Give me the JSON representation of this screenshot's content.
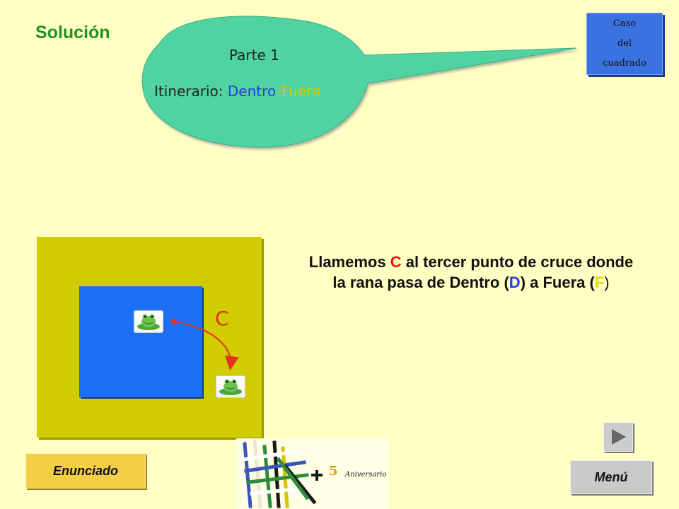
{
  "title": "Solución",
  "bubble": {
    "part": "Parte 1",
    "route_prefix": "Itinerario: ",
    "route_inside": "Dentro",
    "route_dash": "-",
    "route_outside": "Fuera"
  },
  "case_button": {
    "line1": "Caso",
    "line2": "del",
    "line3": "cuadrado"
  },
  "diagram": {
    "crossing_label": "C"
  },
  "explanation": {
    "t1": "Llamemos ",
    "c": "C",
    "t2": " al  tercer punto de cruce donde la rana pasa de Dentro (",
    "d": "D",
    "t3": ") a Fuera (",
    "f": "F",
    "t4": ")"
  },
  "buttons": {
    "enunciado": "Enunciado",
    "menu": "Menú"
  },
  "logo": {
    "number": "5",
    "word": "Aniversario"
  },
  "colors": {
    "background": "#ffffc4",
    "bubble": "#4fd3a0",
    "outer_square": "#d0cc00",
    "inner_square": "#1c6ff5",
    "crossing_path": "#e0341f"
  }
}
